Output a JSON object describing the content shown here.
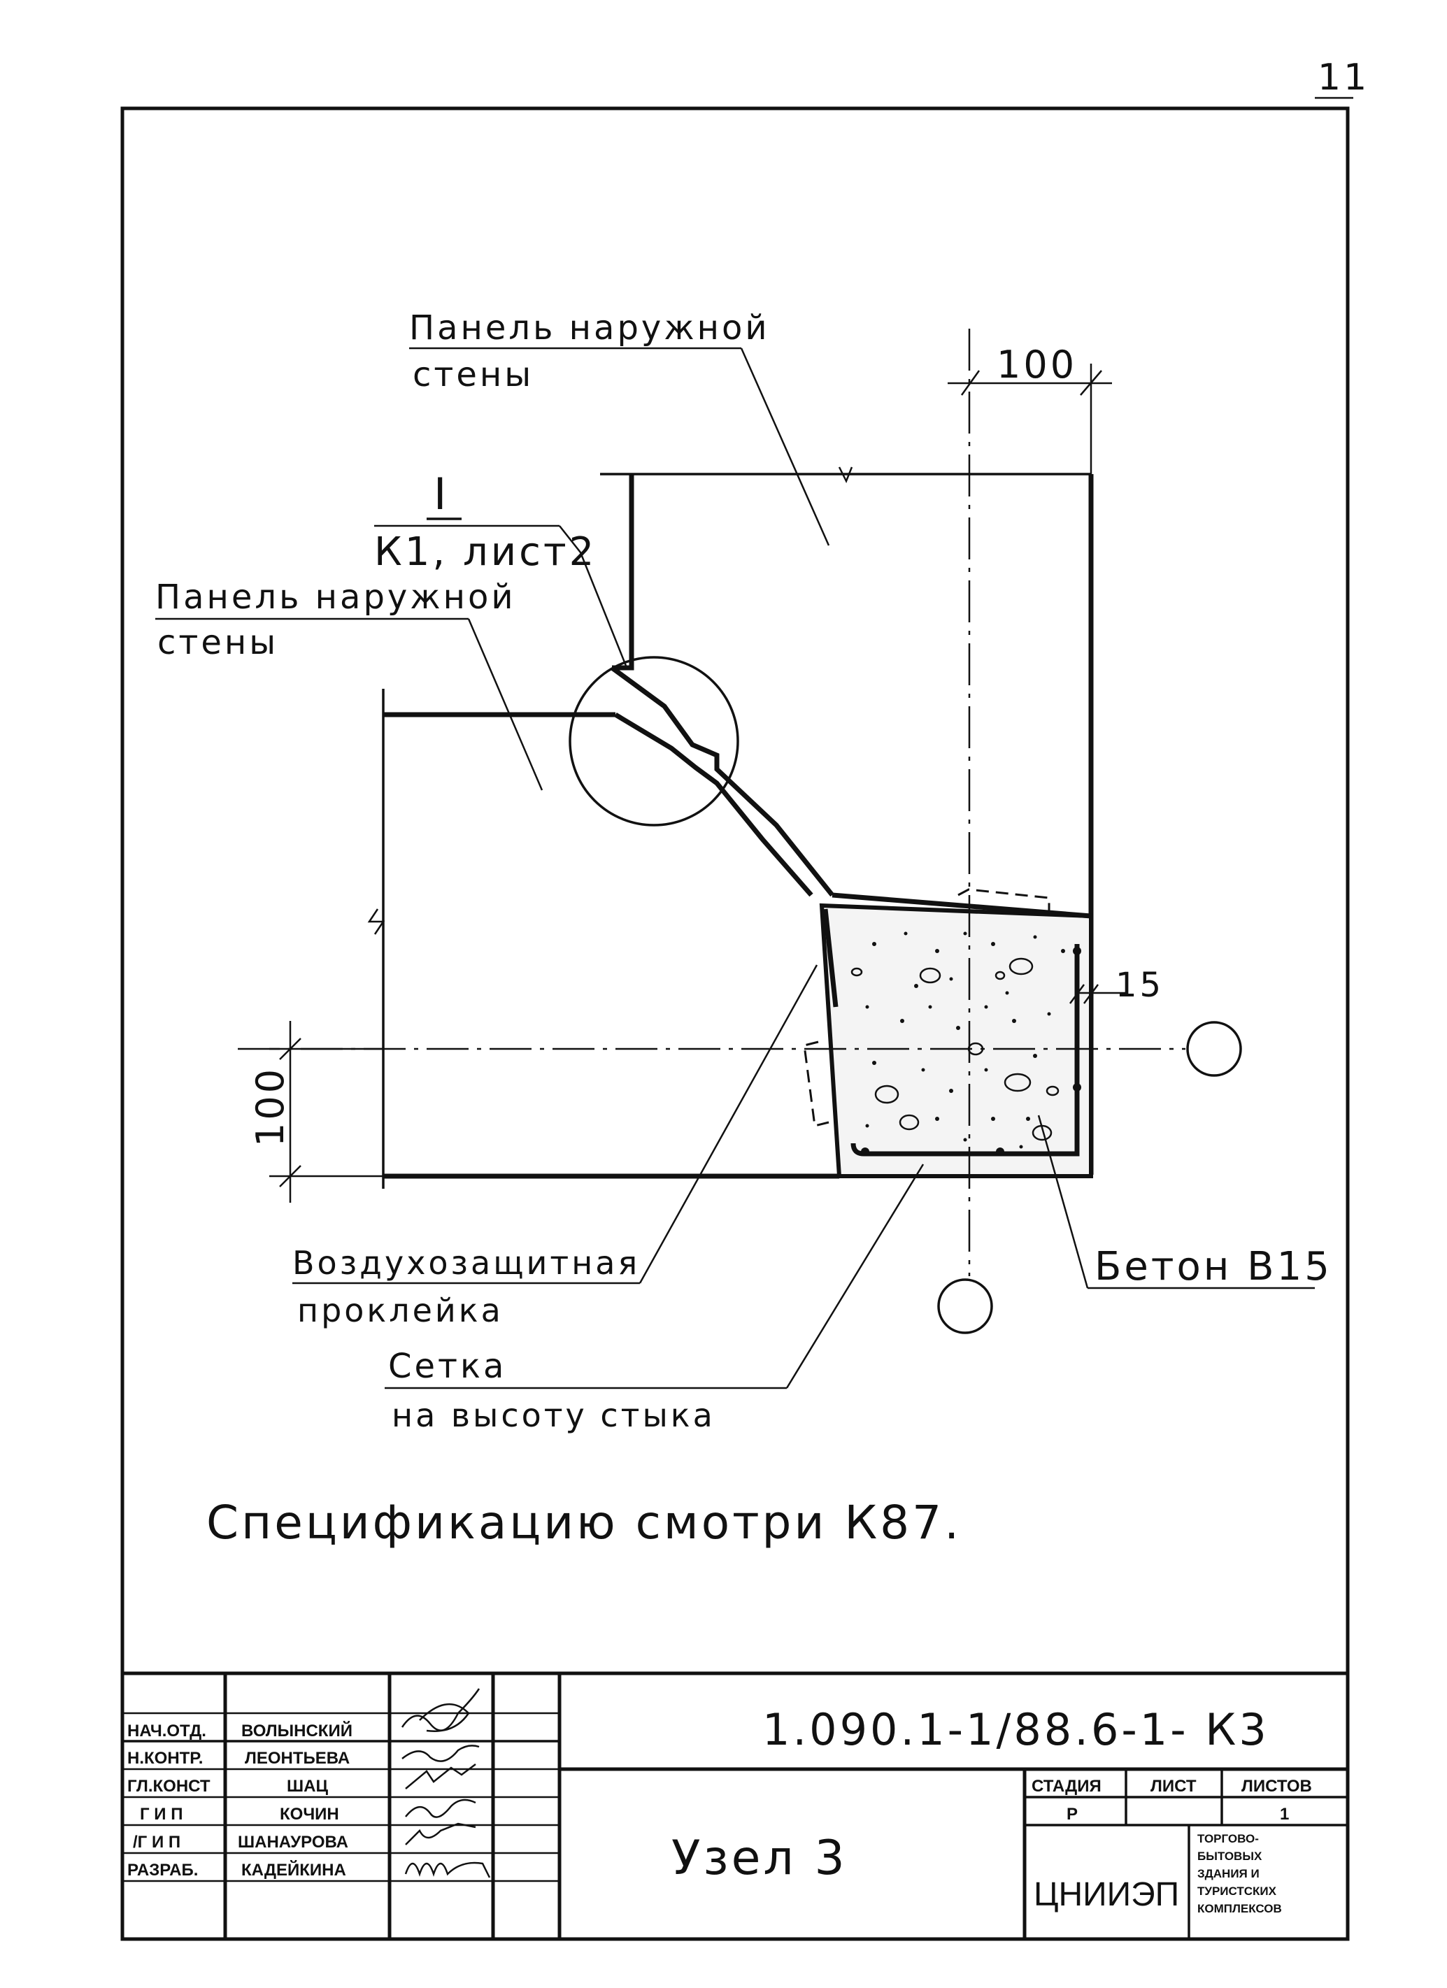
{
  "page_number": "11",
  "drawing": {
    "label_panel_top": [
      "Панель наружной",
      "стены"
    ],
    "label_panel_left": [
      "Панель наружной",
      "стены"
    ],
    "callout_number": "I",
    "callout_ref": "К1, лист2",
    "dim_top": "100",
    "dim_right": "15",
    "dim_left": "100",
    "label_air_seal": [
      "Воздухозащитная",
      "проклейка"
    ],
    "label_mesh": [
      "Сетка",
      "на высоту стыка"
    ],
    "label_concrete": "Бетон В15",
    "note_spec": "Спецификацию смотри К87."
  },
  "title_block": {
    "roles": [
      "НАЧ.ОТД.",
      "Н.КОНТР.",
      "ГЛ.КОНСТ",
      "Г И П",
      "/Г И П",
      "РАЗРАБ."
    ],
    "names": [
      "ВОЛЫНСКИЙ",
      "ЛЕОНТЬЕВА",
      "ШАЦ",
      "КОЧИН",
      "ШАНАУРОВА",
      "КАДЕЙКИНА"
    ],
    "document_code": "1.090.1-1/88.6-1- К3",
    "sheet_title": "Узел 3",
    "stage_header": "СТАДИЯ",
    "sheet_header": "ЛИСТ",
    "sheets_header": "ЛИСТОВ",
    "stage_value": "Р",
    "sheet_value": "",
    "sheets_value": "1",
    "organization": "ЦНИИЭП",
    "organization_note": [
      "ТОРГОВО-",
      "БЫТОВЫХ",
      "ЗДАНИЯ И",
      "ТУРИСТСКИХ",
      "КОМПЛЕКСОВ"
    ]
  }
}
